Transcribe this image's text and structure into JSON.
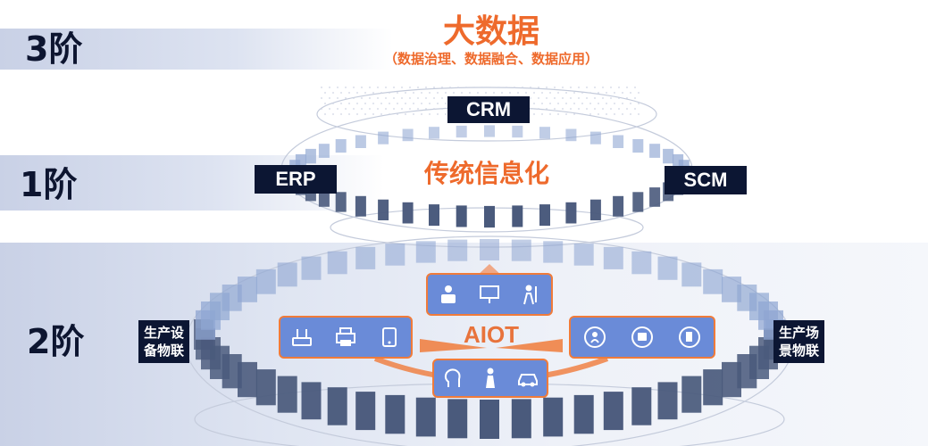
{
  "title": "大数据",
  "subtitle": "（数据治理、数据融合、数据应用）",
  "tiers": {
    "tier3": "3阶",
    "tier1": "1阶",
    "tier2": "2阶"
  },
  "top_ring": {
    "center": "传统信息化",
    "tags": {
      "crm": "CRM",
      "erp": "ERP",
      "scm": "SCM"
    }
  },
  "bottom_ring": {
    "center": "AIOT",
    "left_label": "生产设备物联",
    "right_label": "生产场景物联",
    "left_label_lines": [
      "生产设",
      "备物联"
    ],
    "right_label_lines": [
      "生产场",
      "景物联"
    ]
  },
  "nodes": {
    "top": [
      "meeting-icon",
      "presentation-icon",
      "worker-icon"
    ],
    "left": [
      "router-icon",
      "printer-icon",
      "tablet-icon"
    ],
    "right": [
      "location-icon",
      "bus-icon",
      "fuel-icon"
    ],
    "bottom": [
      "mind-icon",
      "person-icon",
      "car-icon"
    ]
  },
  "colors": {
    "accent": "#ee6a2c",
    "dark": "#0c1633",
    "node_fill": "#6a8bd8",
    "band": "#c9d1e6"
  }
}
